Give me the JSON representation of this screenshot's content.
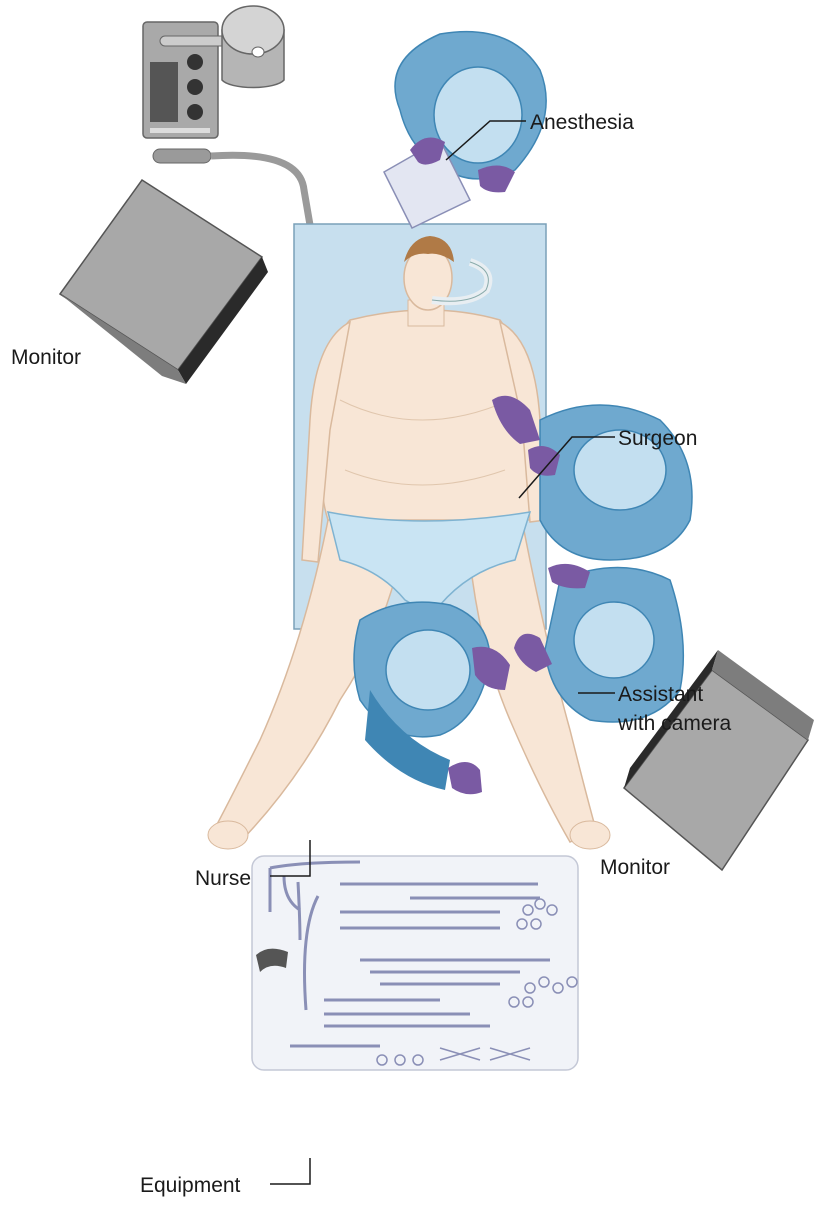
{
  "labels": {
    "anesthesia": "Anesthesia",
    "monitor_left": "Monitor",
    "surgeon": "Surgeon",
    "assistant_line1": "Assistant",
    "assistant_line2": "with camera",
    "nurse": "Nurse",
    "monitor_right": "Monitor",
    "equipment": "Equipment"
  },
  "colors": {
    "gown": "#6fa9cf",
    "gown_dark": "#3f86b4",
    "cap": "#c3dff0",
    "glove": "#7a5aa3",
    "skin": "#f8e6d6",
    "table": "#c7dfee",
    "monitor": "#9d9d9d",
    "screen": "#2a2a2a",
    "tray": "#f1f3f8",
    "instrument": "#8a8fb6"
  }
}
